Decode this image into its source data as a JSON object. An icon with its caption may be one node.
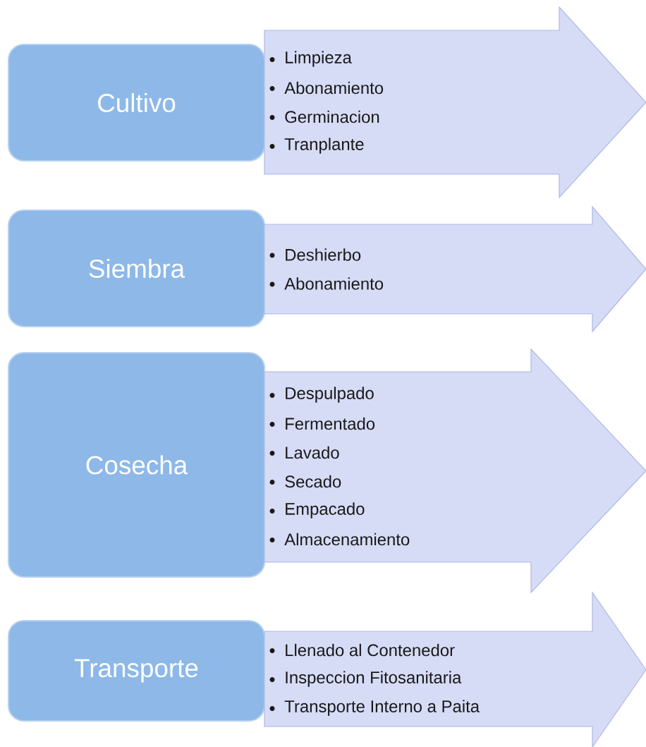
{
  "diagram": {
    "nodes": [
      {
        "text": [
          "Cultivo"
        ]
      },
      {
        "text": [
          "Limpieza",
          "Abonamiento",
          "Germinacion",
          "Tranplante"
        ]
      },
      {
        "text": [
          "Siembra"
        ]
      },
      {
        "text": [
          "Deshierbo",
          "Abonamiento"
        ]
      },
      {
        "text": [
          "Cosecha"
        ]
      },
      {
        "text": [
          "Despulpado",
          "Fermentado",
          "Lavado",
          "Secado",
          "Empacado",
          "Almacenamiento"
        ]
      },
      {
        "text": [
          "Transporte"
        ]
      },
      {
        "text": [
          "Llenado al Contenedor",
          "Inspeccion Fitosanitaria",
          "Transporte Interno a Paita"
        ]
      }
    ]
  }
}
